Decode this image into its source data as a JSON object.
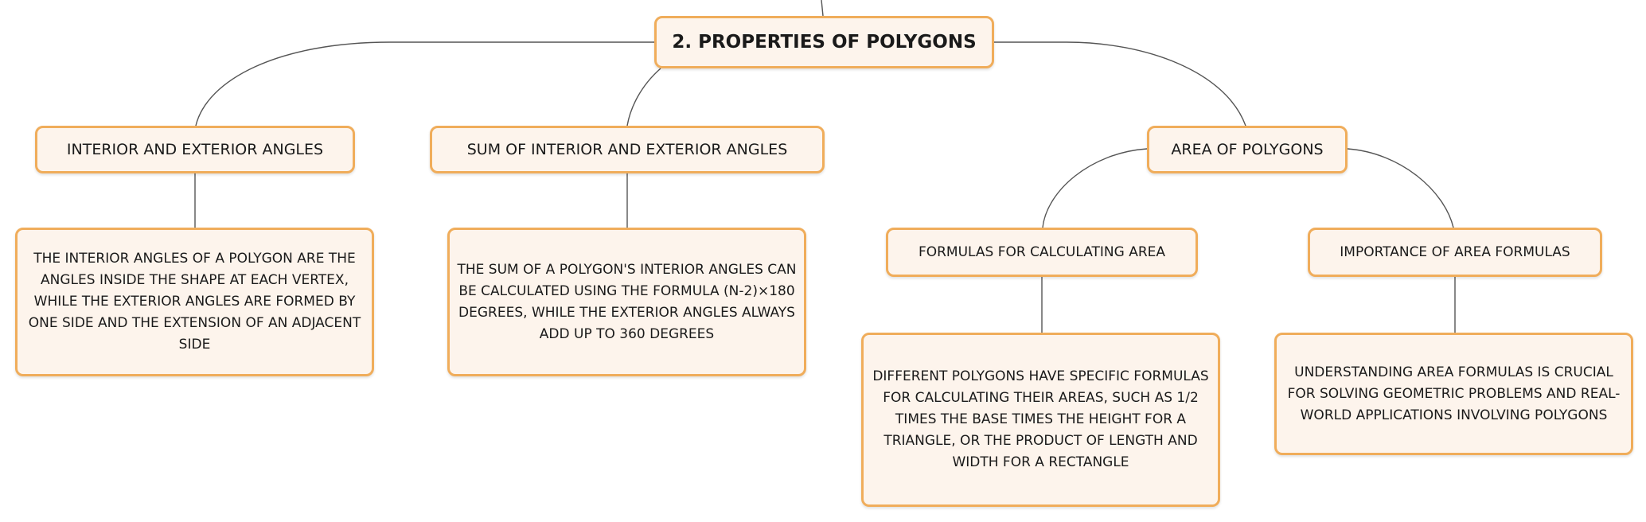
{
  "diagram": {
    "colors": {
      "node_fill": "#fdf4ec",
      "node_border": "#f0ad5b",
      "connector": "#555555",
      "text": "#1a1a1a"
    },
    "root": {
      "label": "2. PROPERTIES OF POLYGONS"
    },
    "interior_exterior": {
      "label": "INTERIOR AND EXTERIOR ANGLES",
      "detail": "THE INTERIOR ANGLES OF A POLYGON ARE THE ANGLES INSIDE THE SHAPE AT EACH VERTEX, WHILE THE EXTERIOR ANGLES ARE FORMED BY ONE SIDE AND THE EXTENSION OF AN ADJACENT SIDE"
    },
    "sum_angles": {
      "label": "SUM OF INTERIOR AND EXTERIOR ANGLES",
      "detail": "THE SUM OF A POLYGON'S INTERIOR ANGLES CAN BE CALCULATED USING THE FORMULA (N-2)×180 DEGREES, WHILE THE EXTERIOR ANGLES ALWAYS ADD UP TO 360 DEGREES"
    },
    "area": {
      "label": "AREA OF POLYGONS",
      "formulas": {
        "label": "FORMULAS FOR CALCULATING AREA",
        "detail": "DIFFERENT POLYGONS HAVE SPECIFIC FORMULAS FOR CALCULATING THEIR AREAS, SUCH AS 1/2 TIMES THE BASE TIMES THE HEIGHT FOR A TRIANGLE, OR THE PRODUCT OF LENGTH AND WIDTH FOR A RECTANGLE"
      },
      "importance": {
        "label": "IMPORTANCE OF AREA FORMULAS",
        "detail": "UNDERSTANDING AREA FORMULAS IS CRUCIAL FOR SOLVING GEOMETRIC PROBLEMS AND REAL-WORLD APPLICATIONS INVOLVING POLYGONS"
      }
    }
  }
}
